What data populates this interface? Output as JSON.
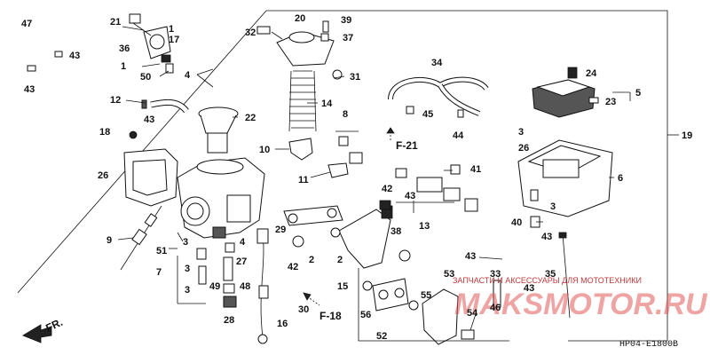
{
  "callouts": [
    {
      "label": "47"
    },
    {
      "label": "21"
    },
    {
      "label": "1"
    },
    {
      "label": "36"
    },
    {
      "label": "17"
    },
    {
      "label": "43"
    },
    {
      "label": "43"
    },
    {
      "label": "1"
    },
    {
      "label": "50"
    },
    {
      "label": "4"
    },
    {
      "label": "12"
    },
    {
      "label": "43"
    },
    {
      "label": "22"
    },
    {
      "label": "18"
    },
    {
      "label": "26"
    },
    {
      "label": "9"
    },
    {
      "label": "51"
    },
    {
      "label": "7"
    },
    {
      "label": "3"
    },
    {
      "label": "3"
    },
    {
      "label": "4"
    },
    {
      "label": "3"
    },
    {
      "label": "27"
    },
    {
      "label": "49"
    },
    {
      "label": "48"
    },
    {
      "label": "28"
    },
    {
      "label": "29"
    },
    {
      "label": "42"
    },
    {
      "label": "2"
    },
    {
      "label": "2"
    },
    {
      "label": "38"
    },
    {
      "label": "15"
    },
    {
      "label": "30"
    },
    {
      "label": "16"
    },
    {
      "label": "32"
    },
    {
      "label": "20"
    },
    {
      "label": "39"
    },
    {
      "label": "37"
    },
    {
      "label": "31"
    },
    {
      "label": "14"
    },
    {
      "label": "10"
    },
    {
      "label": "8"
    },
    {
      "label": "11"
    },
    {
      "label": "42"
    },
    {
      "label": "43"
    },
    {
      "label": "13"
    },
    {
      "label": "41"
    },
    {
      "label": "34"
    },
    {
      "label": "45"
    },
    {
      "label": "44"
    },
    {
      "label": "24"
    },
    {
      "label": "5"
    },
    {
      "label": "23"
    },
    {
      "label": "19"
    },
    {
      "label": "3"
    },
    {
      "label": "26"
    },
    {
      "label": "6"
    },
    {
      "label": "3"
    },
    {
      "label": "40"
    },
    {
      "label": "43"
    },
    {
      "label": "43"
    },
    {
      "label": "35"
    },
    {
      "label": "53"
    },
    {
      "label": "33"
    },
    {
      "label": "43"
    },
    {
      "label": "55"
    },
    {
      "label": "56"
    },
    {
      "label": "46"
    },
    {
      "label": "54"
    },
    {
      "label": "52"
    }
  ],
  "references": {
    "f21": "F-21",
    "f18": "F-18",
    "front": "FR."
  },
  "diagram_code": "HP04-E1800B",
  "watermark": {
    "caption": "ЗАПЧАСТИ И АКСЕССУАРЫ ДЛЯ МОТОТЕХНИКИ",
    "brand": "MAKSMOTOR.RU"
  }
}
